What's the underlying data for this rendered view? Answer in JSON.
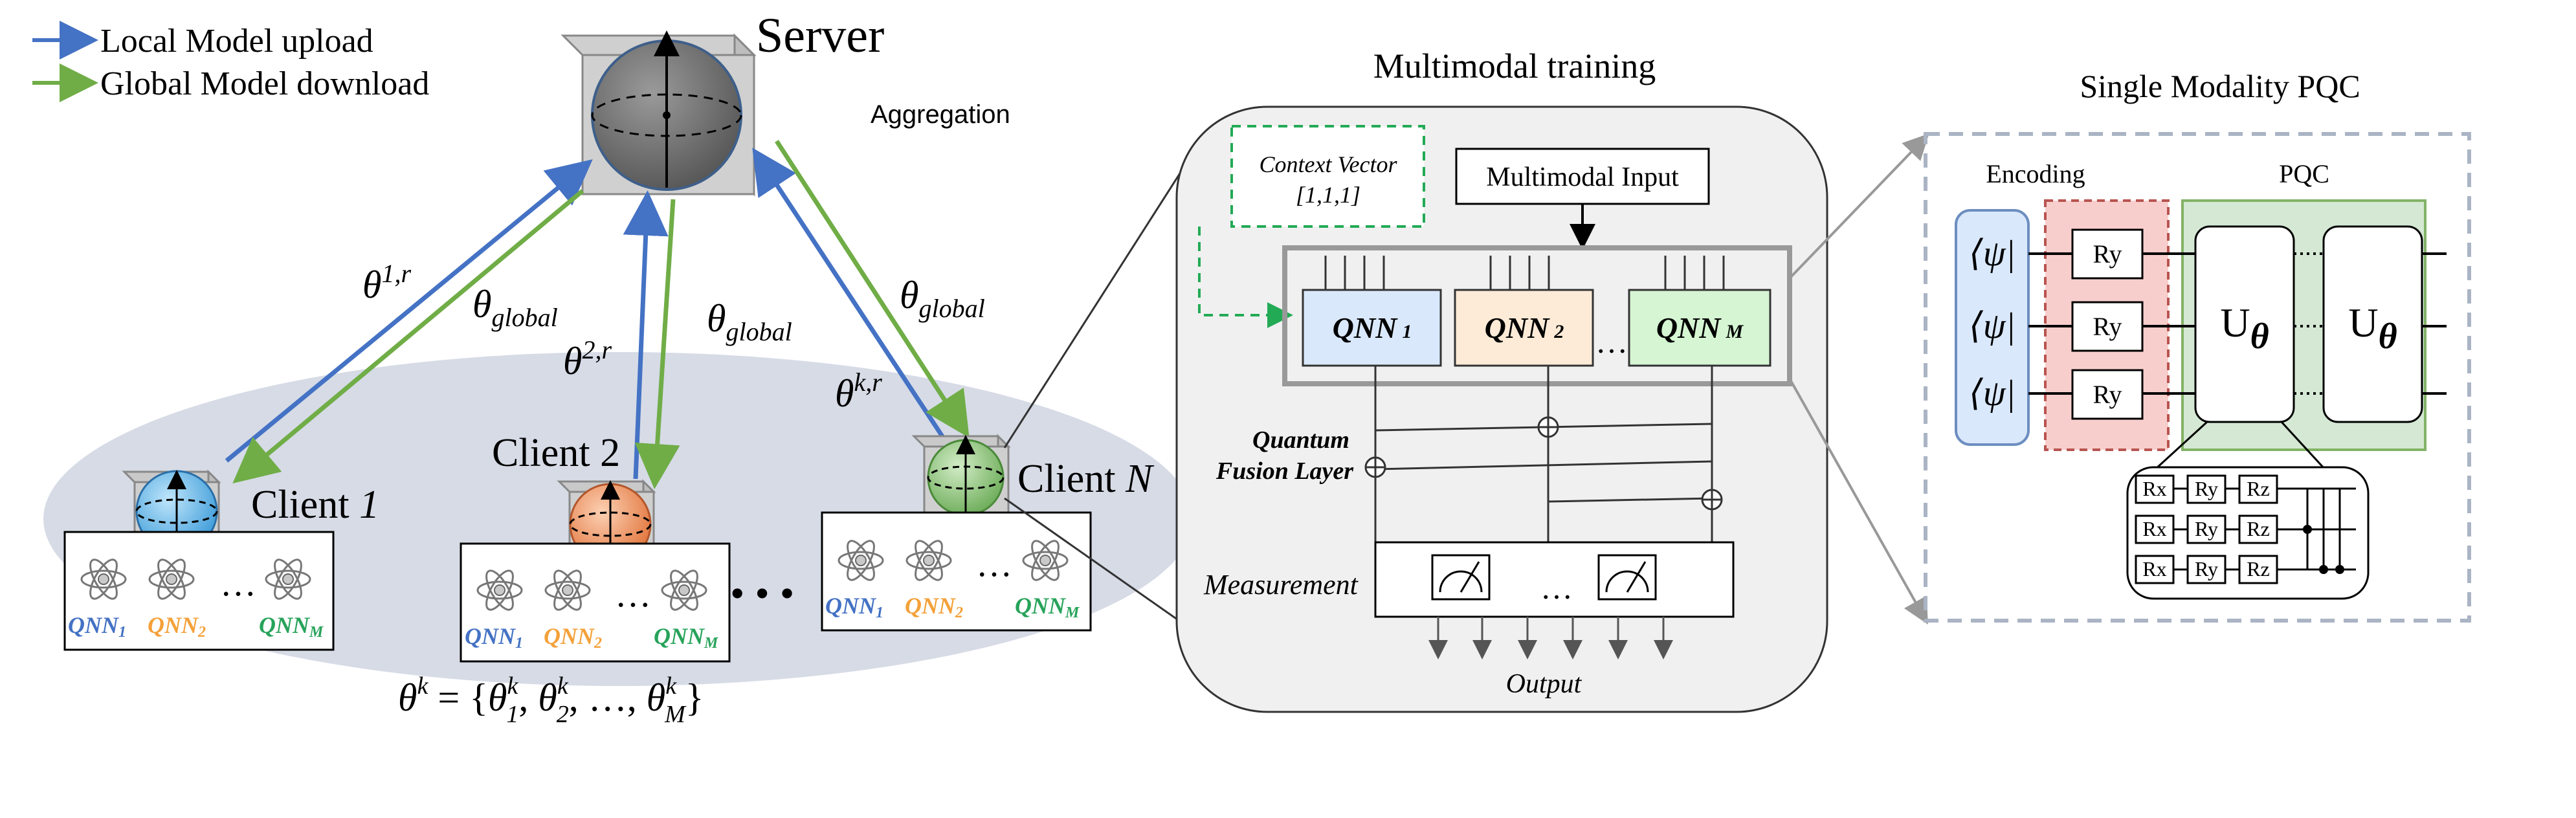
{
  "legend": {
    "upload": "Local Model upload",
    "download": "Global Model download",
    "upload_color": "#4472c4",
    "download_color": "#70ad47"
  },
  "server": {
    "label": "Server",
    "aggregation": "Aggregation"
  },
  "arrows": {
    "theta_1r_base": "θ",
    "theta_1r_sup": "1,r",
    "theta_2r_base": "θ",
    "theta_2r_sup": "2,r",
    "theta_kr_base": "θ",
    "theta_kr_sup": "k,r",
    "theta_global_base": "θ",
    "theta_global_sub": "global"
  },
  "clients": [
    {
      "label_prefix": "Client ",
      "label_suffix": "1",
      "sphere_color": "#5fb7ea"
    },
    {
      "label_prefix": "Client ",
      "label_suffix": "2",
      "sphere_color": "#ee8a55"
    },
    {
      "label_prefix": "Client ",
      "label_suffix": "N",
      "sphere_color": "#8dc27a"
    }
  ],
  "qnn_labels": {
    "q1_base": "QNN",
    "q1_sub": "1",
    "q2_base": "QNN",
    "q2_sub": "2",
    "qm_base": "QNN",
    "qm_sub": "M",
    "colors": {
      "q1": "#4472c4",
      "q2": "#f4a13a",
      "qm": "#27a35a"
    }
  },
  "dots": "…",
  "big_dots": "• • •",
  "theta_set": {
    "lhs_base": "θ",
    "lhs_sup": "k",
    "eq": " = {",
    "t1_base": "θ",
    "t1_sub": "1",
    "t1_sup": "k",
    "comma1": ", ",
    "t2_base": "θ",
    "t2_sub": "2",
    "t2_sup": "k",
    "comma2": ", …, ",
    "tm_base": "θ",
    "tm_sub": "M",
    "tm_sup": "k",
    "close": "}"
  },
  "multimodal": {
    "title": "Multimodal training",
    "context_vector_line1": "Context Vector",
    "context_vector_line2": "[1,1,1]",
    "input": "Multimodal Input",
    "qnn1_base": "QNN",
    "qnn1_sub": "1",
    "qnn2_base": "QNN",
    "qnn2_sub": "2",
    "qnnm_base": "QNN",
    "qnnm_sub": "M",
    "dots": "…",
    "fusion_line1": "Quantum",
    "fusion_line2": "Fusion Layer",
    "measurement": "Measurement",
    "meas_dots": "…",
    "output": "Output"
  },
  "pqc": {
    "title": "Single Modality PQC",
    "encoding": "Encoding",
    "pqc_label": "PQC",
    "psi": "⟨ψ|",
    "ry": "Ry",
    "u_base": "U",
    "u_sub": "θ",
    "rx": "Rx",
    "rz": "Rz"
  }
}
